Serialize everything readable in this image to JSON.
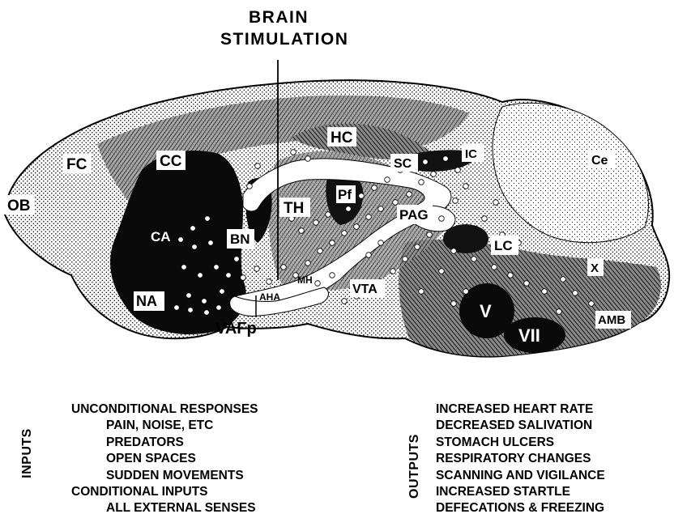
{
  "stimulation": {
    "title": "BRAIN STIMULATION"
  },
  "regions": {
    "ob": "OB",
    "fc": "FC",
    "cc": "CC",
    "ca": "CA",
    "na": "NA",
    "bn": "BN",
    "th": "TH",
    "hc": "HC",
    "pf": "Pf",
    "sc": "SC",
    "ic": "IC",
    "ce": "Ce",
    "pag": "PAG",
    "lc": "LC",
    "x": "X",
    "v": "V",
    "vii": "VII",
    "amb": "AMB",
    "vta": "VTA",
    "aha": "AHA",
    "mh": "MH",
    "vafp": "VAFp"
  },
  "inputs": {
    "side_label": "INPUTS",
    "items": [
      {
        "text": "UNCONDITIONAL RESPONSES",
        "indent": false
      },
      {
        "text": "PAIN, NOISE, ETC",
        "indent": true
      },
      {
        "text": "PREDATORS",
        "indent": true
      },
      {
        "text": "OPEN SPACES",
        "indent": true
      },
      {
        "text": "SUDDEN MOVEMENTS",
        "indent": true
      },
      {
        "text": "CONDITIONAL INPUTS",
        "indent": false
      },
      {
        "text": "ALL EXTERNAL SENSES",
        "indent": true
      }
    ]
  },
  "outputs": {
    "side_label": "OUTPUTS",
    "items": [
      "INCREASED HEART RATE",
      "DECREASED SALIVATION",
      "STOMACH ULCERS",
      "RESPIRATORY CHANGES",
      "SCANNING AND VIGILANCE",
      "INCREASED STARTLE",
      "DEFECATIONS & FREEZING"
    ]
  }
}
